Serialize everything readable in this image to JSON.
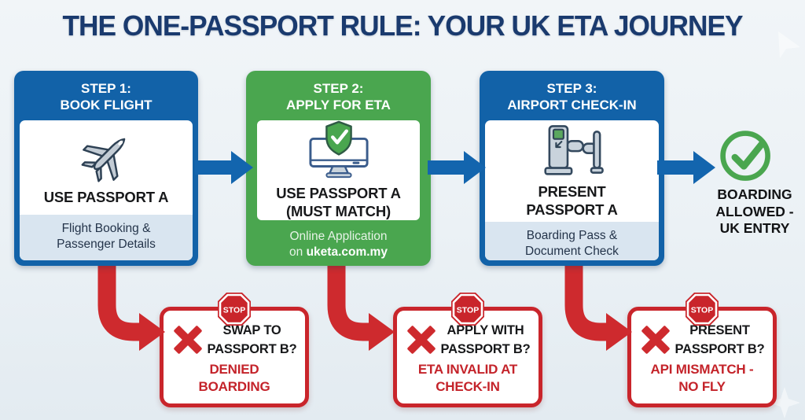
{
  "title": "THE ONE-PASSPORT RULE: YOUR UK ETA JOURNEY",
  "steps": [
    {
      "header_lines": [
        "STEP 1:",
        "BOOK FLIGHT"
      ],
      "icon": "airplane-icon",
      "label_lines": [
        "USE PASSPORT A"
      ],
      "footer_lines": [
        "Flight Booking &",
        "Passenger Details"
      ],
      "theme_color": "#1262a8"
    },
    {
      "header_lines": [
        "STEP 2:",
        "APPLY FOR ETA"
      ],
      "icon": "monitor-shield-icon",
      "label_lines": [
        "USE PASSPORT A",
        "(MUST MATCH)"
      ],
      "footer_lines": [
        "Online Application"
      ],
      "footer_link_prefix": "on ",
      "footer_link_domain": "uketa.com.my",
      "theme_color": "#4aa64f"
    },
    {
      "header_lines": [
        "STEP 3:",
        "AIRPORT CHECK-IN"
      ],
      "icon": "gate-icon",
      "label_lines": [
        "PRESENT",
        "PASSPORT A"
      ],
      "footer_lines": [
        "Boarding Pass &",
        "Document Check"
      ],
      "theme_color": "#1262a8"
    }
  ],
  "outcome": {
    "icon": "check-circle-icon",
    "lines": [
      "BOARDING",
      "ALLOWED -",
      "UK ENTRY"
    ],
    "color": "#4aa64f"
  },
  "warnings": [
    {
      "stop_label": "STOP",
      "icon": "cross-icon",
      "question_lines": [
        "SWAP TO",
        "PASSPORT B?"
      ],
      "consequence_lines": [
        "DENIED",
        "BOARDING"
      ]
    },
    {
      "stop_label": "STOP",
      "icon": "cross-icon",
      "question_lines": [
        "APPLY WITH",
        "PASSPORT B?"
      ],
      "consequence_lines": [
        "ETA INVALID AT",
        "CHECK-IN"
      ]
    },
    {
      "stop_label": "STOP",
      "icon": "cross-icon",
      "question_lines": [
        "PRESENT",
        "PASSPORT B?"
      ],
      "consequence_lines": [
        "API MISMATCH -",
        "NO FLY"
      ]
    }
  ],
  "colors": {
    "title": "#1a3a6e",
    "blue": "#1262a8",
    "green": "#4aa64f",
    "red": "#c9252b",
    "red_text": "#c4232a",
    "panel_light": "#d9e5f0",
    "background": "#edf2f6",
    "text_dark": "#17181a"
  }
}
